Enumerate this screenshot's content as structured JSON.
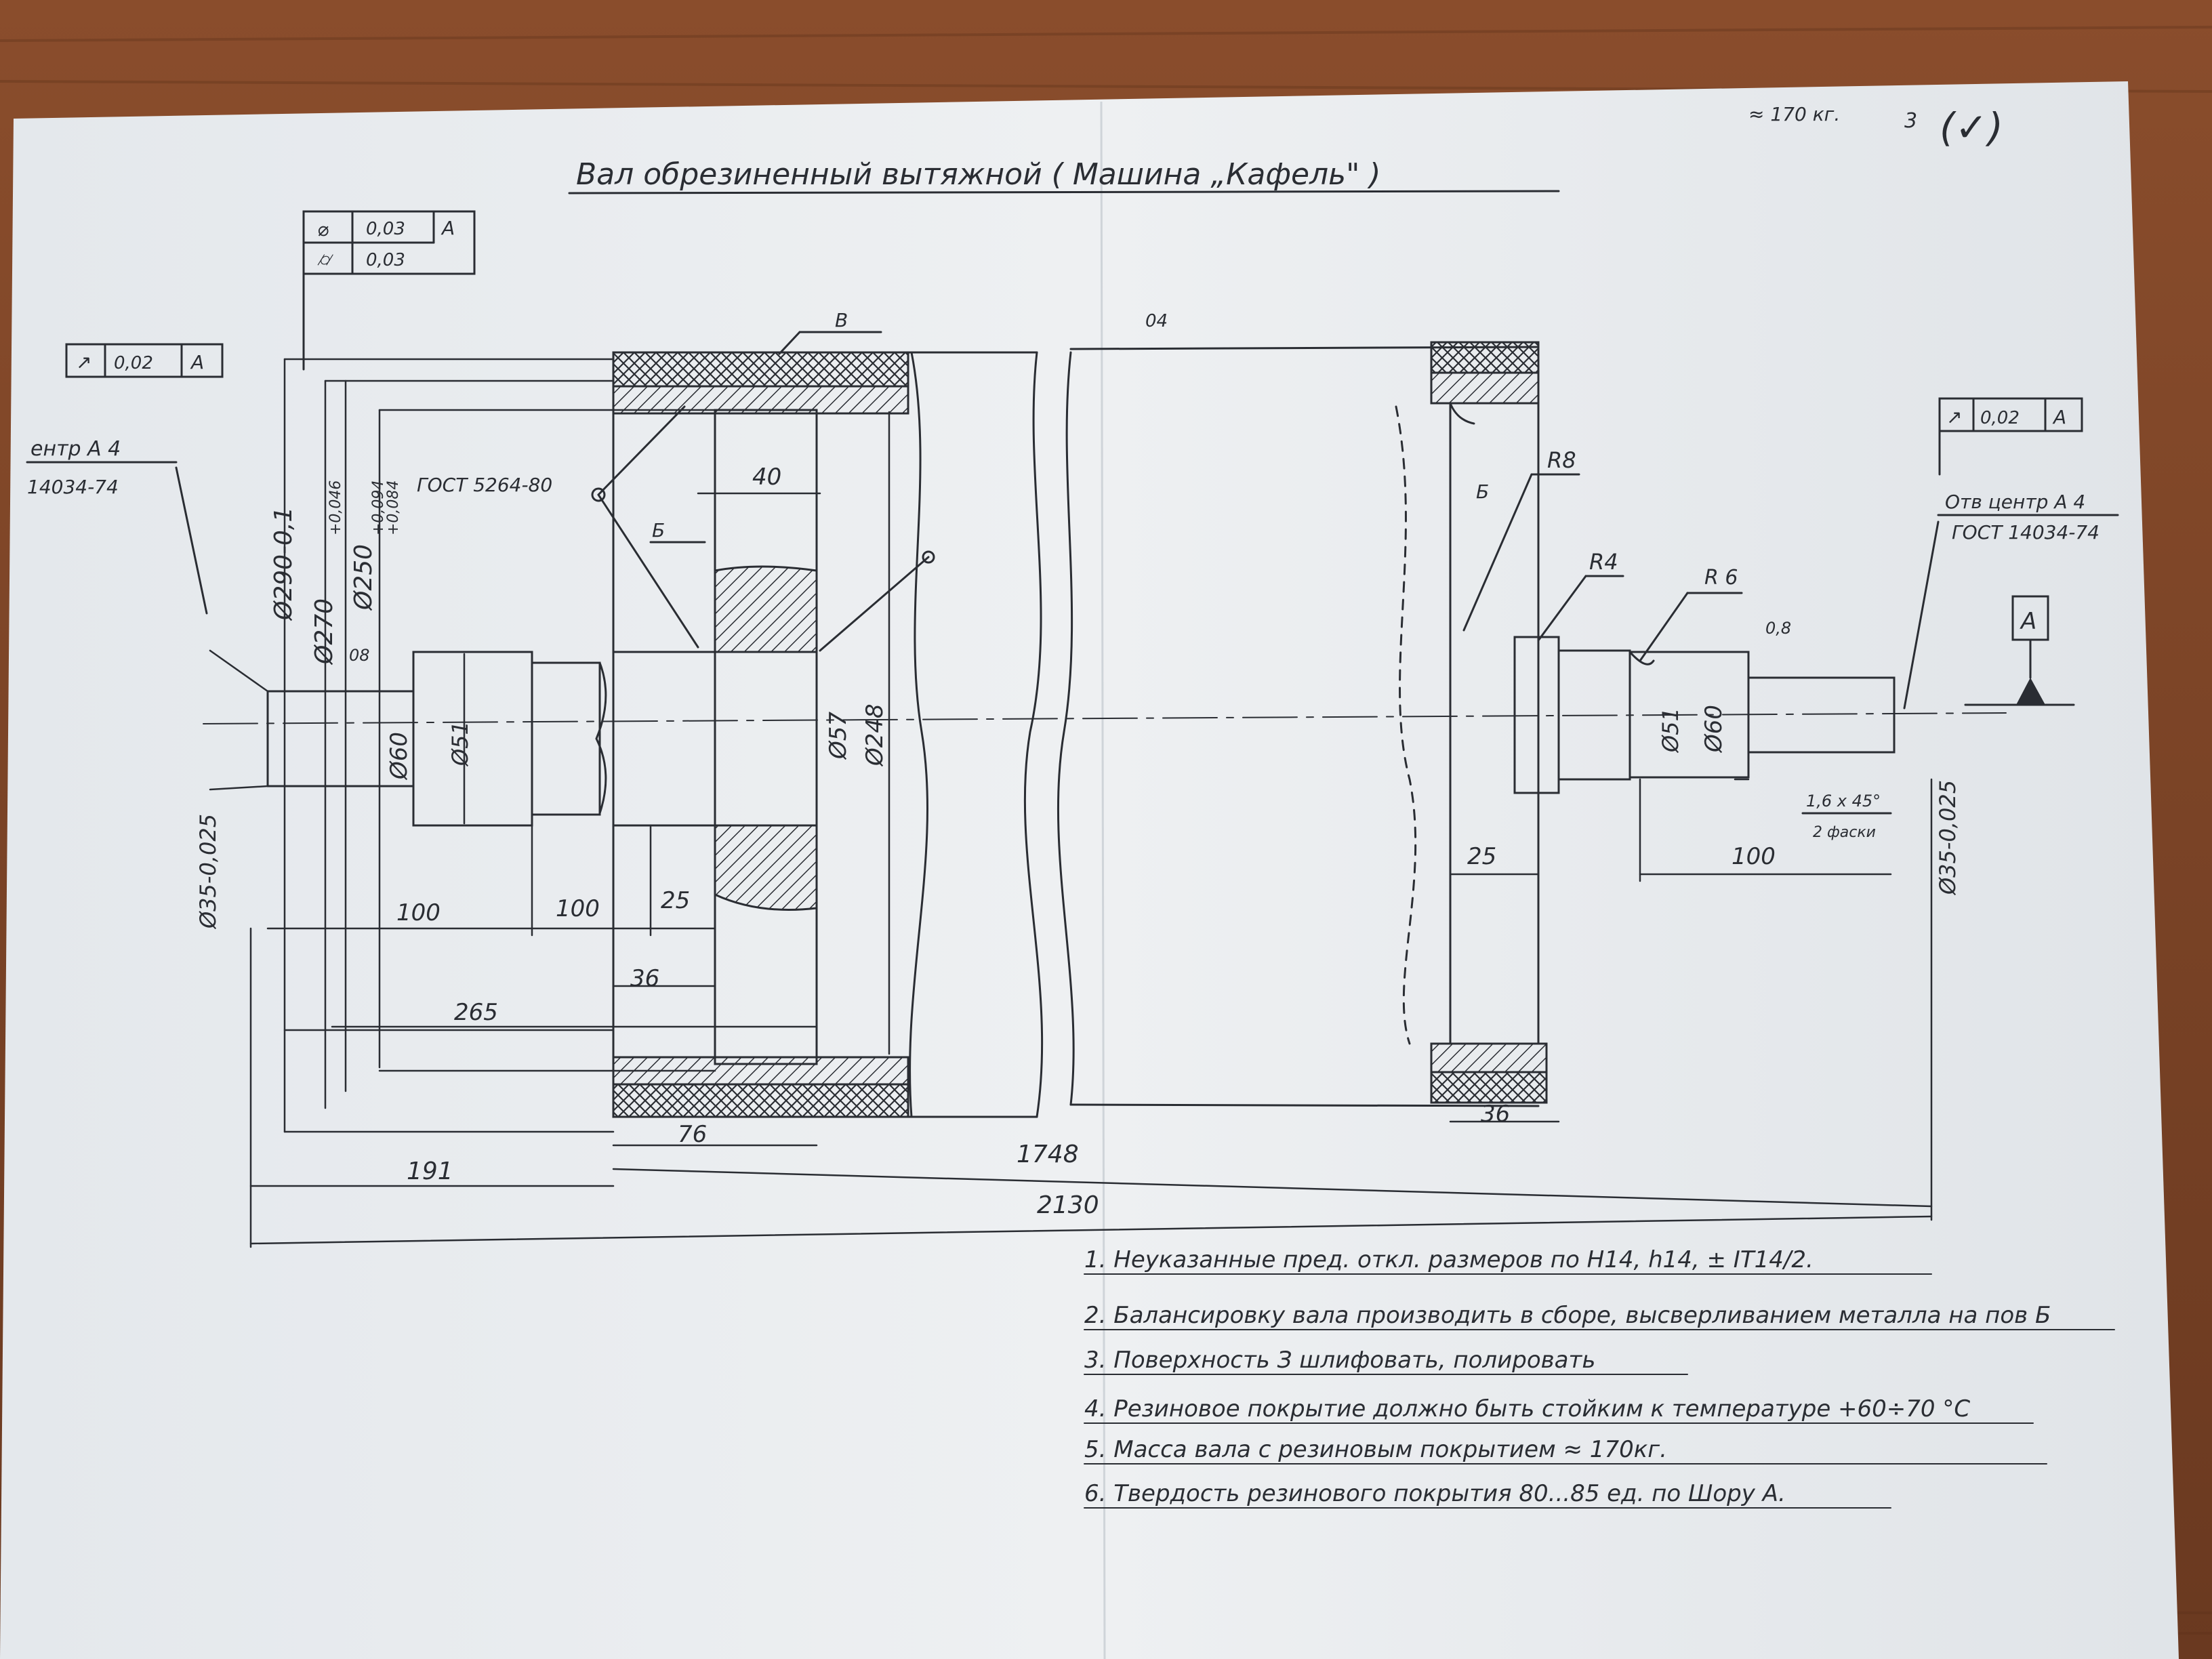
{
  "title": "Вал обрезиненный вытяжной ( Машина „Кафель\" )",
  "corner_note": "≈ 170 кг.",
  "corner_mark": "3",
  "corner_check": "(✓)",
  "tolerance_frames": {
    "top": {
      "row1_symbol": "⌀",
      "row1_value": "0,03",
      "row1_datum": "А",
      "row2_symbol": "⌭",
      "row2_value": "0,03"
    },
    "left": {
      "symbol": "↗",
      "value": "0,02",
      "datum": "А"
    },
    "right": {
      "symbol": "↗",
      "value": "0,02",
      "datum": "А"
    }
  },
  "datum_label": "А",
  "labels": {
    "center_left_1": "ентр А 4",
    "center_left_2": "14034-74",
    "center_right_1": "Отв центр А 4",
    "center_right_2": "ГОСТ 14034-74",
    "gost_weld": "ГОСТ 5264-80",
    "mark_v": "В",
    "mark_b1": "Б",
    "mark_b2": "Б",
    "roughness_top": "04",
    "roughness_08_left": "08",
    "roughness_08_right": "0,8",
    "chamfer_1": "1,6 х 45°",
    "chamfer_2": "2 фаски"
  },
  "dimensions": {
    "d290": "Ø290-0,1",
    "d270": "Ø270",
    "d250": "Ø250",
    "d250_tol_upper": "+0,094",
    "d250_tol_lower": "+0,084",
    "d250_tol_extra": "+0,046",
    "d60_left": "Ø60",
    "d51_left": "Ø51",
    "d57": "Ø57",
    "d248": "Ø248",
    "d51_right": "Ø51",
    "d60_right": "Ø60",
    "d35_left": "Ø35-0,025",
    "d35_right": "Ø35-0,025",
    "r8": "R8",
    "r4": "R4",
    "r6": "R 6",
    "l40": "40",
    "l100a": "100",
    "l100b": "100",
    "l25_left": "25",
    "l36_left": "36",
    "l265": "265",
    "l76": "76",
    "l191": "191",
    "l1748": "1748",
    "l2130": "2130",
    "l25_right": "25",
    "l100_right": "100",
    "l36_right": "36"
  },
  "notes": [
    "1. Неуказанные пред. откл. размеров по Н14, h14, ± IT14/2.",
    "2. Балансировку вала производить в сборе, высверливанием металла на пов Б",
    "3. Поверхность З шлифовать, полировать",
    "4. Резиновое покрытие должно быть стойким к температуре +60÷70 °С",
    "5. Масса вала с резиновым покрытием ≈ 170кг.",
    "6. Твердость резинового покрытия 80...85 ед. по Шору А."
  ],
  "colors": {
    "table": "#7a4326",
    "paper": "#e9ecef",
    "ink": "#2a2d33"
  }
}
